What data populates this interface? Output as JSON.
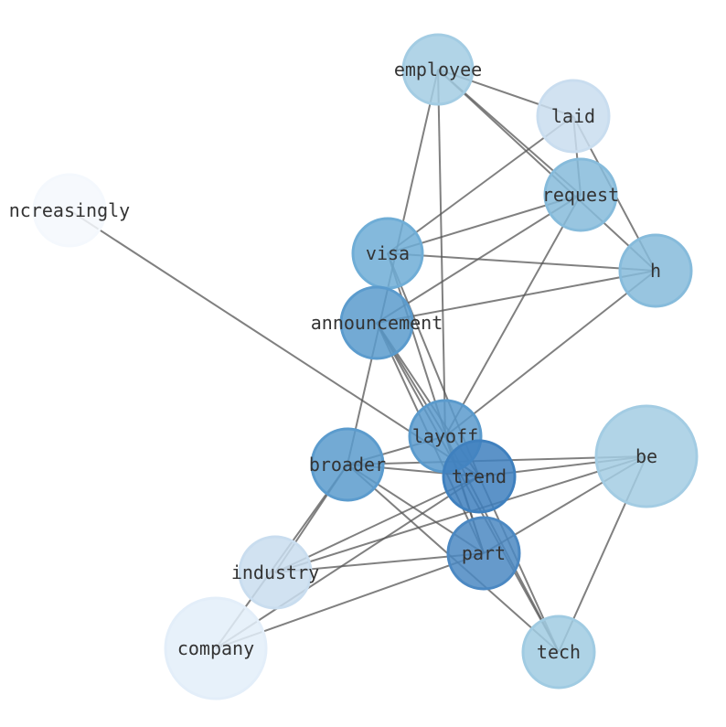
{
  "graph": {
    "nodes": [
      {
        "id": "employee",
        "label": "employee",
        "color": "#a3cce3"
      },
      {
        "id": "laid",
        "label": "laid",
        "color": "#c9ddef"
      },
      {
        "id": "request",
        "label": "request",
        "color": "#86bbdb"
      },
      {
        "id": "h",
        "label": "h",
        "color": "#86bbdb"
      },
      {
        "id": "visa",
        "label": "visa",
        "color": "#6fadd6"
      },
      {
        "id": "announcement",
        "label": "announcement",
        "color": "#5b9bcd"
      },
      {
        "id": "ncreasingly",
        "label": "ncreasingly",
        "color": "#f4f8fd"
      },
      {
        "id": "layoff",
        "label": "layoff",
        "color": "#5a9acc"
      },
      {
        "id": "broader",
        "label": "broader",
        "color": "#5b9bcd"
      },
      {
        "id": "be",
        "label": "be",
        "color": "#a3cce3"
      },
      {
        "id": "trend",
        "label": "trend",
        "color": "#3f80be"
      },
      {
        "id": "part",
        "label": "part",
        "color": "#4b88c2"
      },
      {
        "id": "industry",
        "label": "industry",
        "color": "#c9ddef"
      },
      {
        "id": "company",
        "label": "company",
        "color": "#e3eef9"
      },
      {
        "id": "tech",
        "label": "tech",
        "color": "#a0cbe2"
      }
    ],
    "edges": [
      [
        "employee",
        "laid"
      ],
      [
        "employee",
        "request"
      ],
      [
        "employee",
        "h"
      ],
      [
        "employee",
        "broader"
      ],
      [
        "employee",
        "layoff"
      ],
      [
        "laid",
        "visa"
      ],
      [
        "laid",
        "request"
      ],
      [
        "laid",
        "h"
      ],
      [
        "request",
        "visa"
      ],
      [
        "request",
        "announcement"
      ],
      [
        "request",
        "layoff"
      ],
      [
        "visa",
        "h"
      ],
      [
        "visa",
        "trend"
      ],
      [
        "visa",
        "part"
      ],
      [
        "announcement",
        "h"
      ],
      [
        "announcement",
        "trend"
      ],
      [
        "announcement",
        "part"
      ],
      [
        "announcement",
        "tech"
      ],
      [
        "announcement",
        "layoff"
      ],
      [
        "h",
        "layoff"
      ],
      [
        "ncreasingly",
        "trend"
      ],
      [
        "layoff",
        "broader"
      ],
      [
        "layoff",
        "tech"
      ],
      [
        "layoff",
        "part"
      ],
      [
        "broader",
        "be"
      ],
      [
        "broader",
        "trend"
      ],
      [
        "broader",
        "part"
      ],
      [
        "broader",
        "tech"
      ],
      [
        "broader",
        "industry"
      ],
      [
        "broader",
        "company"
      ],
      [
        "trend",
        "be"
      ],
      [
        "trend",
        "industry"
      ],
      [
        "trend",
        "company"
      ],
      [
        "trend",
        "tech"
      ],
      [
        "part",
        "be"
      ],
      [
        "part",
        "industry"
      ],
      [
        "part",
        "company"
      ],
      [
        "be",
        "industry"
      ],
      [
        "be",
        "tech"
      ]
    ],
    "edge_color": "#555555"
  }
}
